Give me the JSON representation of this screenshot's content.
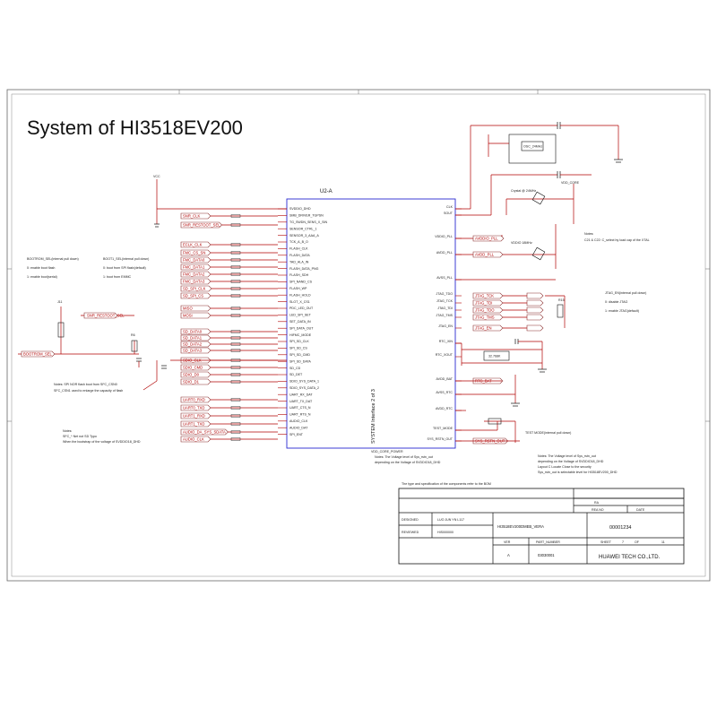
{
  "sheet_title": "System of HI3518EV200",
  "chip": {
    "ref": "U2-A",
    "side_label": "SYSTEM Interface 2 of 3",
    "left_pins": [
      "SVDDIO_DHD",
      "SMB_DRIVER_TGPSN",
      "TG_SWDN_SENS_X_SIN",
      "SENSOR_CTRL_1",
      "SENSOR_3_AAA_A",
      "TCK_A_B_O",
      "FLASH_CLK",
      "FLASH_DATA",
      "TAD_ALA_IN",
      "FLASH_DATA_PNG",
      "FLASH_SDH",
      "SPI_NAND_CS",
      "FLASH_WP",
      "FLASH_HOLD",
      "SLOT_X_CS1",
      "PDC_LED_OUT",
      "LED_SPI_SET",
      "SET_DATA_IN",
      "SPI_DATA_OUT",
      "HIFMC_MODE",
      "SPI_SD_CLK",
      "SPI_SD_CS",
      "SPI_SD_CMD",
      "SPI_SD_DATA",
      "SD_CD",
      "SD_DET",
      "SDIO_SYS_DATA_1",
      "SDIO_SYS_DATA_2",
      "UART_RX_DAT",
      "UART_TX_DAT",
      "UART_CTS_N",
      "UART_RTS_N",
      "AUDIO_CLK",
      "AUDIO_DAT",
      "SPI_ENT"
    ],
    "right_pins": [
      "CLK",
      "SOUT",
      "VDDIO_PLL",
      "AVDD_PLL",
      "AVSS_PLL",
      "JTAG_TDO",
      "JTAG_TCK",
      "JTAG_TDI",
      "JTAG_TMS",
      "JTAG_EN",
      "RTC_XIN",
      "RTC_XOUT",
      "AVDD_BAT",
      "AVSS_RTC",
      "AVDD_RTC",
      "TEST_MODE",
      "SYS_RSTN_OUT"
    ]
  },
  "left_nets": [
    "SNR_CLK",
    "SNR_RESTOOT_SEL",
    "ECLK_CLK",
    "FMC_CS_SN",
    "FMC_DATA0",
    "FMC_DATA1",
    "FMC_DATA2",
    "FMC_DATA3",
    "SD_SPI_CLK",
    "SD_SPI_CS",
    "MISO",
    "MOSI",
    "SD_DATA0",
    "SD_DATA1",
    "SD_DATA2",
    "SD_DATA3",
    "SDIO_CLK",
    "SDIO_CMD",
    "SDIO_D0",
    "SDIO_D1",
    "UART0_RXD",
    "UART0_TXD",
    "UART1_RXD",
    "UART1_TXD",
    "AUDIO_DA_SYS_SDATA",
    "AUDIO_CLK"
  ],
  "right_nets": [
    "AVDDIO_PLL",
    "AVDD_PLL",
    "JTAG_TCK",
    "JTAG_TDI",
    "JTAG_TDO",
    "JTAG_TMS",
    "JTAG_EN",
    "RTC_BAT",
    "SYS_RSTN_OUT"
  ],
  "notes": {
    "boot_sel_title": "BOOTROM_SEL(internal pull down)",
    "boot_sel_0": "0: enable boot flash",
    "boot_sel_1": "1: enable boot(serial)",
    "boot1_title": "BOOT1_SEL(internal pull down)",
    "boot1_0": "0: boot from SPI flash(default)",
    "boot1_1": "1: boot from EMMC",
    "left_net_a": "SNR_RESTOOT_SEL",
    "left_net_b": "BOOTROM_SEL",
    "spi_note_1": "Notes: SPI NOR flash boot from SFC_CSN0",
    "spi_note_2": "SFC_CSN1 used to enlarge the capacity of flash",
    "bottom_note_1": "Notes:",
    "bottom_note_2": "SFC_* Net not SD Typo",
    "bottom_note_3": "When the bootstrap of the voltage of SVDDIO18_DHD",
    "jtag_title": "JTAG_EN(internal pull down)",
    "jtag_0": "0: disable JTAG",
    "jtag_1": "1: enable JTAG(default)",
    "crystal": "Crystal @ 24MHz",
    "osc_ref": "OSC_24MHz",
    "crystal_note_1": "Notes:",
    "crystal_note_2": "C21 & C22: C_select by load cap of the XTAL",
    "test_mode": "TEST MODE(internal pull down)",
    "power_note_1": "VDD_CORE_POWER",
    "power_note_2": "Notes: The Voltage level of Sys_rstn_out",
    "power_note_3": "depending on the Voltage of SVDDIO18_DHD",
    "right_note_1": "Notes: The Voltage level of Sys_rstn_out",
    "right_note_2": "depending on the Voltage of SVDDIO18_DHD",
    "right_note_3": "Layout C Locate Close to the security",
    "right_note_4": "Sys_rstn_out is selectable level for HI3518EV200_DHD"
  },
  "title_block": {
    "caption": "The type and specification of the components refer to the BOM",
    "ra": "RA",
    "rev_no": "REA NO",
    "date": "DATE",
    "designed_label": "DESIGNED",
    "designed_by": "LUO JUN  YN L117",
    "reviewed_label": "REVIEWED",
    "reviewed_by": "HIS000000",
    "doc_name": "HI3518EV200DMEB_VERA",
    "doc_num": "00001234",
    "ver_label": "VER",
    "part_label": "PART_NUMBER",
    "sheet_label": "SHEET",
    "sheet_no": "7",
    "of_label": "OF",
    "sheet_total": "11",
    "ver": "A",
    "part": "03030001",
    "company": "HUAWEI TECH CO.,LTD."
  }
}
